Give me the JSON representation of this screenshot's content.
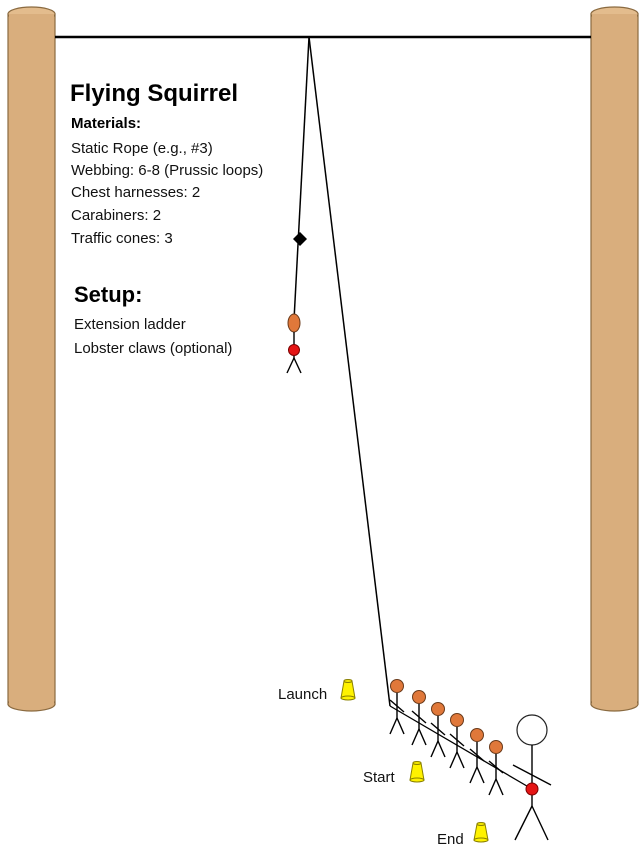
{
  "title": "Flying Squirrel",
  "materials": {
    "heading": "Materials:",
    "items": [
      "Static Rope (e.g., #3)",
      "Webbing: 6-8 (Prussic loops)",
      "Chest harnesses: 2",
      "Carabiners: 2",
      "Traffic cones: 3"
    ]
  },
  "setup": {
    "heading": "Setup:",
    "items": [
      "Extension ladder",
      "Lobster claws (optional)"
    ]
  },
  "labels": {
    "launch": "Launch",
    "start": "Start",
    "end": "End"
  },
  "colors": {
    "pole": "#D9AE7D",
    "puller_head": "#E0783A",
    "harness_point": "#E51515",
    "cone": "#FFF200"
  }
}
